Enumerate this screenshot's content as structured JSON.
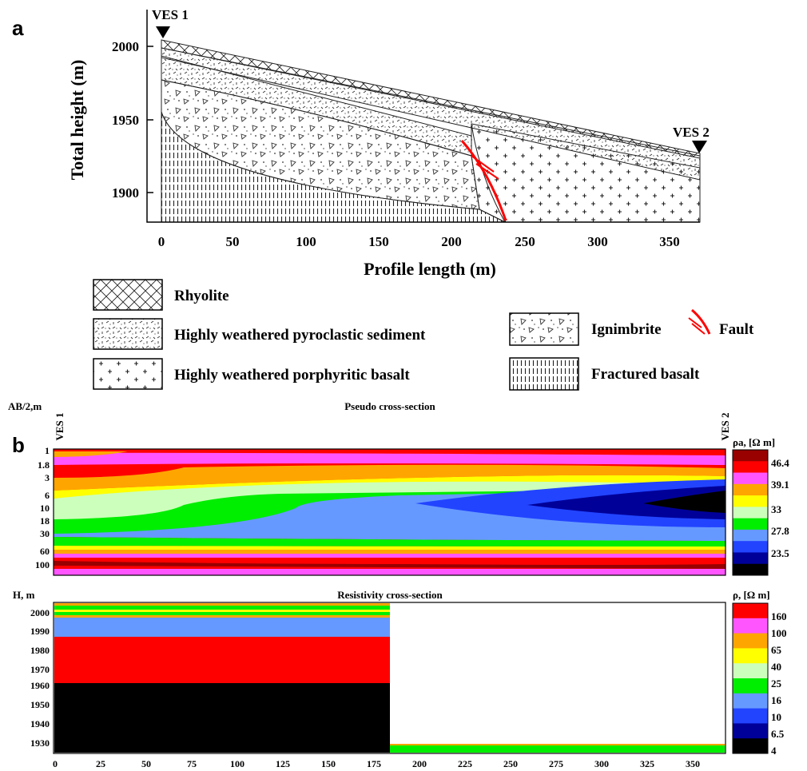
{
  "panel_a": {
    "label": "a",
    "ves1": "VES 1",
    "ves2": "VES 2",
    "y_axis_title": "Total height (m)",
    "x_axis_title": "Profile length (m)",
    "y_ticks": [
      "2000",
      "1950",
      "1900"
    ],
    "x_ticks": [
      "0",
      "50",
      "100",
      "150",
      "200",
      "250",
      "300",
      "350"
    ],
    "legend": {
      "rhyolite": "Rhyolite",
      "pyroclastic": "Highly weathered pyroclastic sediment",
      "porphyritic": "Highly weathered porphyritic basalt",
      "ignimbrite": "Ignimbrite",
      "fault": "Fault",
      "fractured": "Fractured basalt"
    }
  },
  "panel_b": {
    "label": "b",
    "pseudo": {
      "title": "Pseudo cross-section",
      "y_axis_label": "AB/2,m",
      "ves1": "VES 1",
      "ves2": "VES 2",
      "y_ticks": [
        "1",
        "1.8",
        "3",
        "6",
        "10",
        "18",
        "30",
        "60",
        "100"
      ],
      "colorbar_title": "ρa, [Ω m]",
      "colorbar_ticks": [
        "46.4",
        "39.1",
        "33",
        "27.8",
        "23.5"
      ],
      "colors": [
        "#990000",
        "#ff0000",
        "#ff55ff",
        "#ffa500",
        "#ffff00",
        "#ccffbb",
        "#00ee00",
        "#6699ff",
        "#2244ff",
        "#000099",
        "#000000"
      ]
    },
    "resistivity": {
      "title": "Resistivity cross-section",
      "y_axis_label": "H, m",
      "y_ticks": [
        "2000",
        "1990",
        "1980",
        "1970",
        "1960",
        "1950",
        "1940",
        "1930"
      ],
      "x_ticks": [
        "0",
        "25",
        "50",
        "75",
        "100",
        "125",
        "150",
        "175",
        "200",
        "225",
        "250",
        "275",
        "300",
        "325",
        "350"
      ],
      "colorbar_title": "ρ, [Ω m]",
      "colorbar_ticks": [
        "160",
        "100",
        "65",
        "40",
        "25",
        "16",
        "10",
        "6.5",
        "4"
      ],
      "colors": [
        "#ff0000",
        "#ff55ff",
        "#ffa500",
        "#ffff00",
        "#ccffbb",
        "#00ee00",
        "#6699ff",
        "#2244ff",
        "#000099",
        "#000000"
      ]
    }
  }
}
